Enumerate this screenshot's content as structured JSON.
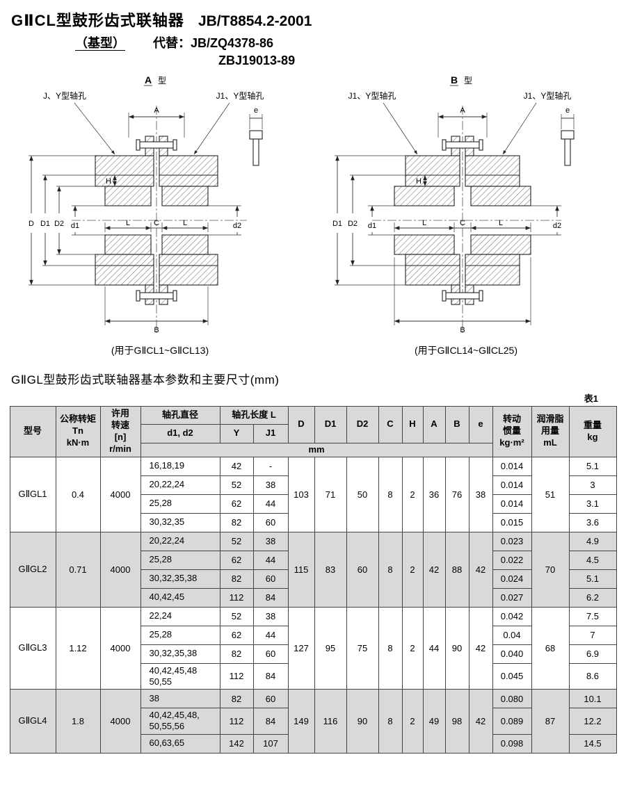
{
  "colors": {
    "shaded_row_bg": "#d9d9d9",
    "line": "#222222",
    "paper": "#ffffff"
  },
  "header": {
    "title": "GⅡCL型鼓形齿式联轴器",
    "standard": "JB/T8854.2-2001",
    "subtitle": "（基型）",
    "replaces_label": "代替：JB/ZQ4378-86",
    "replaces_2": "ZBJ19013-89"
  },
  "figures": {
    "left": {
      "type_letter": "A",
      "type_word": "型",
      "label_left_hole": "J、Y型轴孔",
      "label_right_hole": "J1、Y型轴孔",
      "dim_A": "A",
      "dim_e": "e",
      "dim_H": "H",
      "dim_L1": "L",
      "dim_C": "C",
      "dim_L2": "L",
      "dim_D": "D",
      "dim_D1": "D1",
      "dim_D2": "D2",
      "dim_d1": "d1",
      "dim_d2": "d2",
      "dim_B": "B",
      "caption": "(用于GⅡCL1~GⅡCL13)"
    },
    "right": {
      "type_letter": "B",
      "type_word": "型",
      "label_left_hole": "J1、Y型轴孔",
      "label_right_hole": "J1、Y型轴孔",
      "dim_A": "A",
      "dim_e": "e",
      "dim_H": "H",
      "dim_L1": "L",
      "dim_C": "C",
      "dim_L2": "L",
      "dim_D1": "D1",
      "dim_D2": "D2",
      "dim_d1": "d1",
      "dim_d2": "d2",
      "dim_B": "B",
      "caption": "(用于GⅡCL14~GⅡCL25)"
    }
  },
  "table": {
    "section_title": "GⅡGL型鼓形齿式联轴器基本参数和主要尺寸(mm)",
    "table_label": "表1",
    "header_row": {
      "model": "型号",
      "torque_lines": [
        "公称转矩",
        "Tn",
        "kN·m"
      ],
      "speed_lines": [
        "许用",
        "转速",
        "[n]",
        "r/min"
      ],
      "bore_dia": "轴孔直径",
      "bore_dia_sub": "d1, d2",
      "bore_len": "轴孔长度 L",
      "y": "Y",
      "j1": "J1",
      "dims": [
        "D",
        "D1",
        "D2",
        "C",
        "H",
        "A",
        "B",
        "e"
      ],
      "unit": "mm",
      "inertia_lines": [
        "转动",
        "惯量",
        "kg·m²"
      ],
      "grease_lines": [
        "润滑脂",
        "用量",
        "mL"
      ],
      "weight_lines": [
        "重量",
        "kg"
      ]
    },
    "groups": [
      {
        "model": "GⅡGL1",
        "torque": "0.4",
        "speed": "4000",
        "dims": [
          "103",
          "71",
          "50",
          "8",
          "2",
          "36",
          "76",
          "38"
        ],
        "grease": "51",
        "shaded": false,
        "rows": [
          {
            "bore": "16,18,19",
            "y": "42",
            "j1": "-",
            "inertia": "0.014",
            "weight": "5.1"
          },
          {
            "bore": "20,22,24",
            "y": "52",
            "j1": "38",
            "inertia": "0.014",
            "weight": "3"
          },
          {
            "bore": "25,28",
            "y": "62",
            "j1": "44",
            "inertia": "0.014",
            "weight": "3.1"
          },
          {
            "bore": "30,32,35",
            "y": "82",
            "j1": "60",
            "inertia": "0.015",
            "weight": "3.6"
          }
        ]
      },
      {
        "model": "GⅡGL2",
        "torque": "0.71",
        "speed": "4000",
        "dims": [
          "115",
          "83",
          "60",
          "8",
          "2",
          "42",
          "88",
          "42"
        ],
        "grease": "70",
        "shaded": true,
        "rows": [
          {
            "bore": "20,22,24",
            "y": "52",
            "j1": "38",
            "inertia": "0.023",
            "weight": "4.9"
          },
          {
            "bore": "25,28",
            "y": "62",
            "j1": "44",
            "inertia": "0.022",
            "weight": "4.5"
          },
          {
            "bore": "30,32,35,38",
            "y": "82",
            "j1": "60",
            "inertia": "0.024",
            "weight": "5.1"
          },
          {
            "bore": "40,42,45",
            "y": "112",
            "j1": "84",
            "inertia": "0.027",
            "weight": "6.2"
          }
        ]
      },
      {
        "model": "GⅡGL3",
        "torque": "1.12",
        "speed": "4000",
        "dims": [
          "127",
          "95",
          "75",
          "8",
          "2",
          "44",
          "90",
          "42"
        ],
        "grease": "68",
        "shaded": false,
        "rows": [
          {
            "bore": "22,24",
            "y": "52",
            "j1": "38",
            "inertia": "0.042",
            "weight": "7.5"
          },
          {
            "bore": "25,28",
            "y": "62",
            "j1": "44",
            "inertia": "0.04",
            "weight": "7"
          },
          {
            "bore": "30,32,35,38",
            "y": "82",
            "j1": "60",
            "inertia": "0.040",
            "weight": "6.9"
          },
          {
            "bore": "40,42,45,48\n50,55",
            "y": "112",
            "j1": "84",
            "inertia": "0.045",
            "weight": "8.6"
          }
        ]
      },
      {
        "model": "GⅡGL4",
        "torque": "1.8",
        "speed": "4000",
        "dims": [
          "149",
          "116",
          "90",
          "8",
          "2",
          "49",
          "98",
          "42"
        ],
        "grease": "87",
        "shaded": true,
        "rows": [
          {
            "bore": "38",
            "y": "82",
            "j1": "60",
            "inertia": "0.080",
            "weight": "10.1"
          },
          {
            "bore": "40,42,45,48,\n50,55,56",
            "y": "112",
            "j1": "84",
            "inertia": "0.089",
            "weight": "12.2"
          },
          {
            "bore": "60,63,65",
            "y": "142",
            "j1": "107",
            "inertia": "0.098",
            "weight": "14.5"
          }
        ]
      }
    ]
  }
}
